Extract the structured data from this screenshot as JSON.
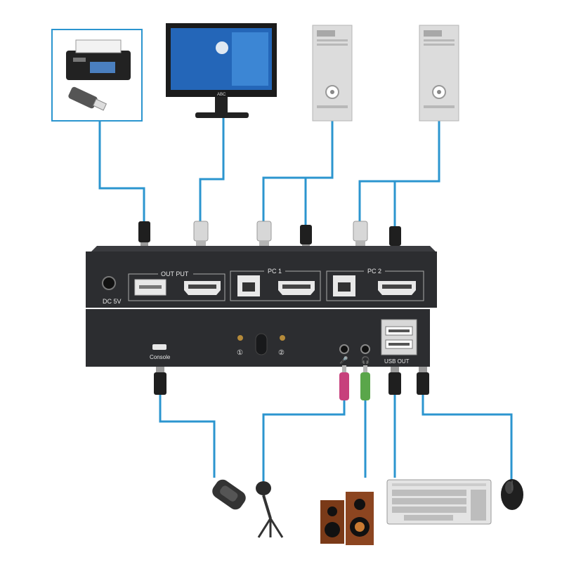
{
  "devices": {
    "rear_panel": {
      "dc_label": "DC 5V",
      "output_group_label": "OUT PUT",
      "pc1_group_label": "PC 1",
      "pc2_group_label": "PC 2"
    },
    "front_panel": {
      "led1_label": "①",
      "led2_label": "②",
      "console_label": "Console",
      "usb_out_label": "USB OUT"
    },
    "monitor_brand": "ABC"
  },
  "colors": {
    "cable": "#2b95cf",
    "device_body": "#2c2d30",
    "panel_text": "#e8e8e8"
  },
  "icons": [
    "printer-icon",
    "usb-drive-icon",
    "monitor-icon",
    "pc-tower-icon",
    "wired-remote-icon",
    "microphone-icon",
    "speakers-icon",
    "keyboard-icon",
    "mouse-icon"
  ]
}
